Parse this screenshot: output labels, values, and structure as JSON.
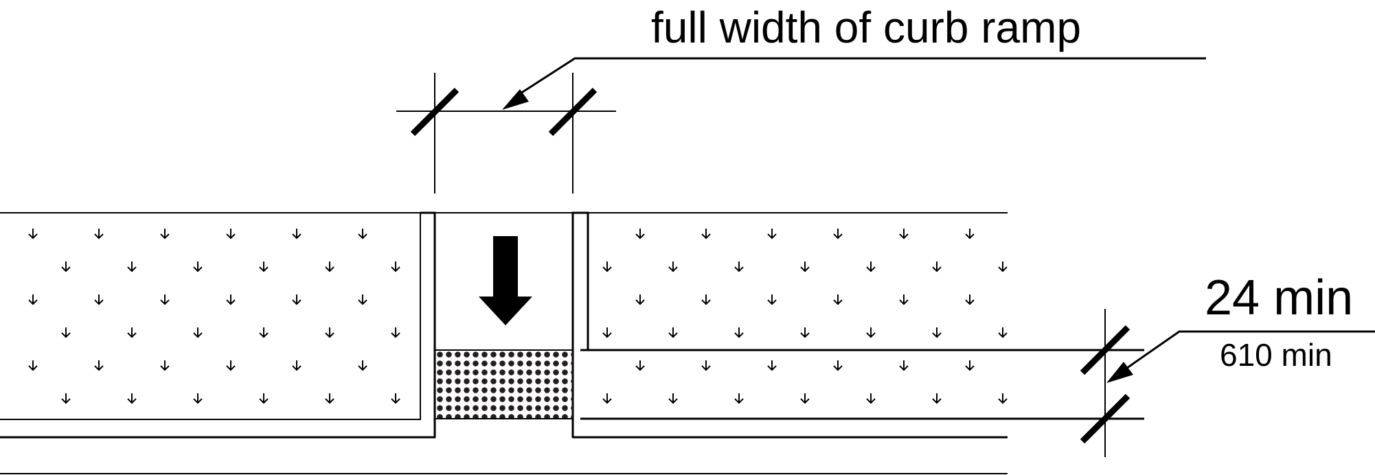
{
  "labels": {
    "curb_ramp_width": "full width of curb ramp",
    "dimension_imperial": "24 min",
    "dimension_metric": "610 min"
  },
  "colors": {
    "line": "#000000",
    "background": "#ffffff",
    "detectable_dots": "#231f20"
  }
}
